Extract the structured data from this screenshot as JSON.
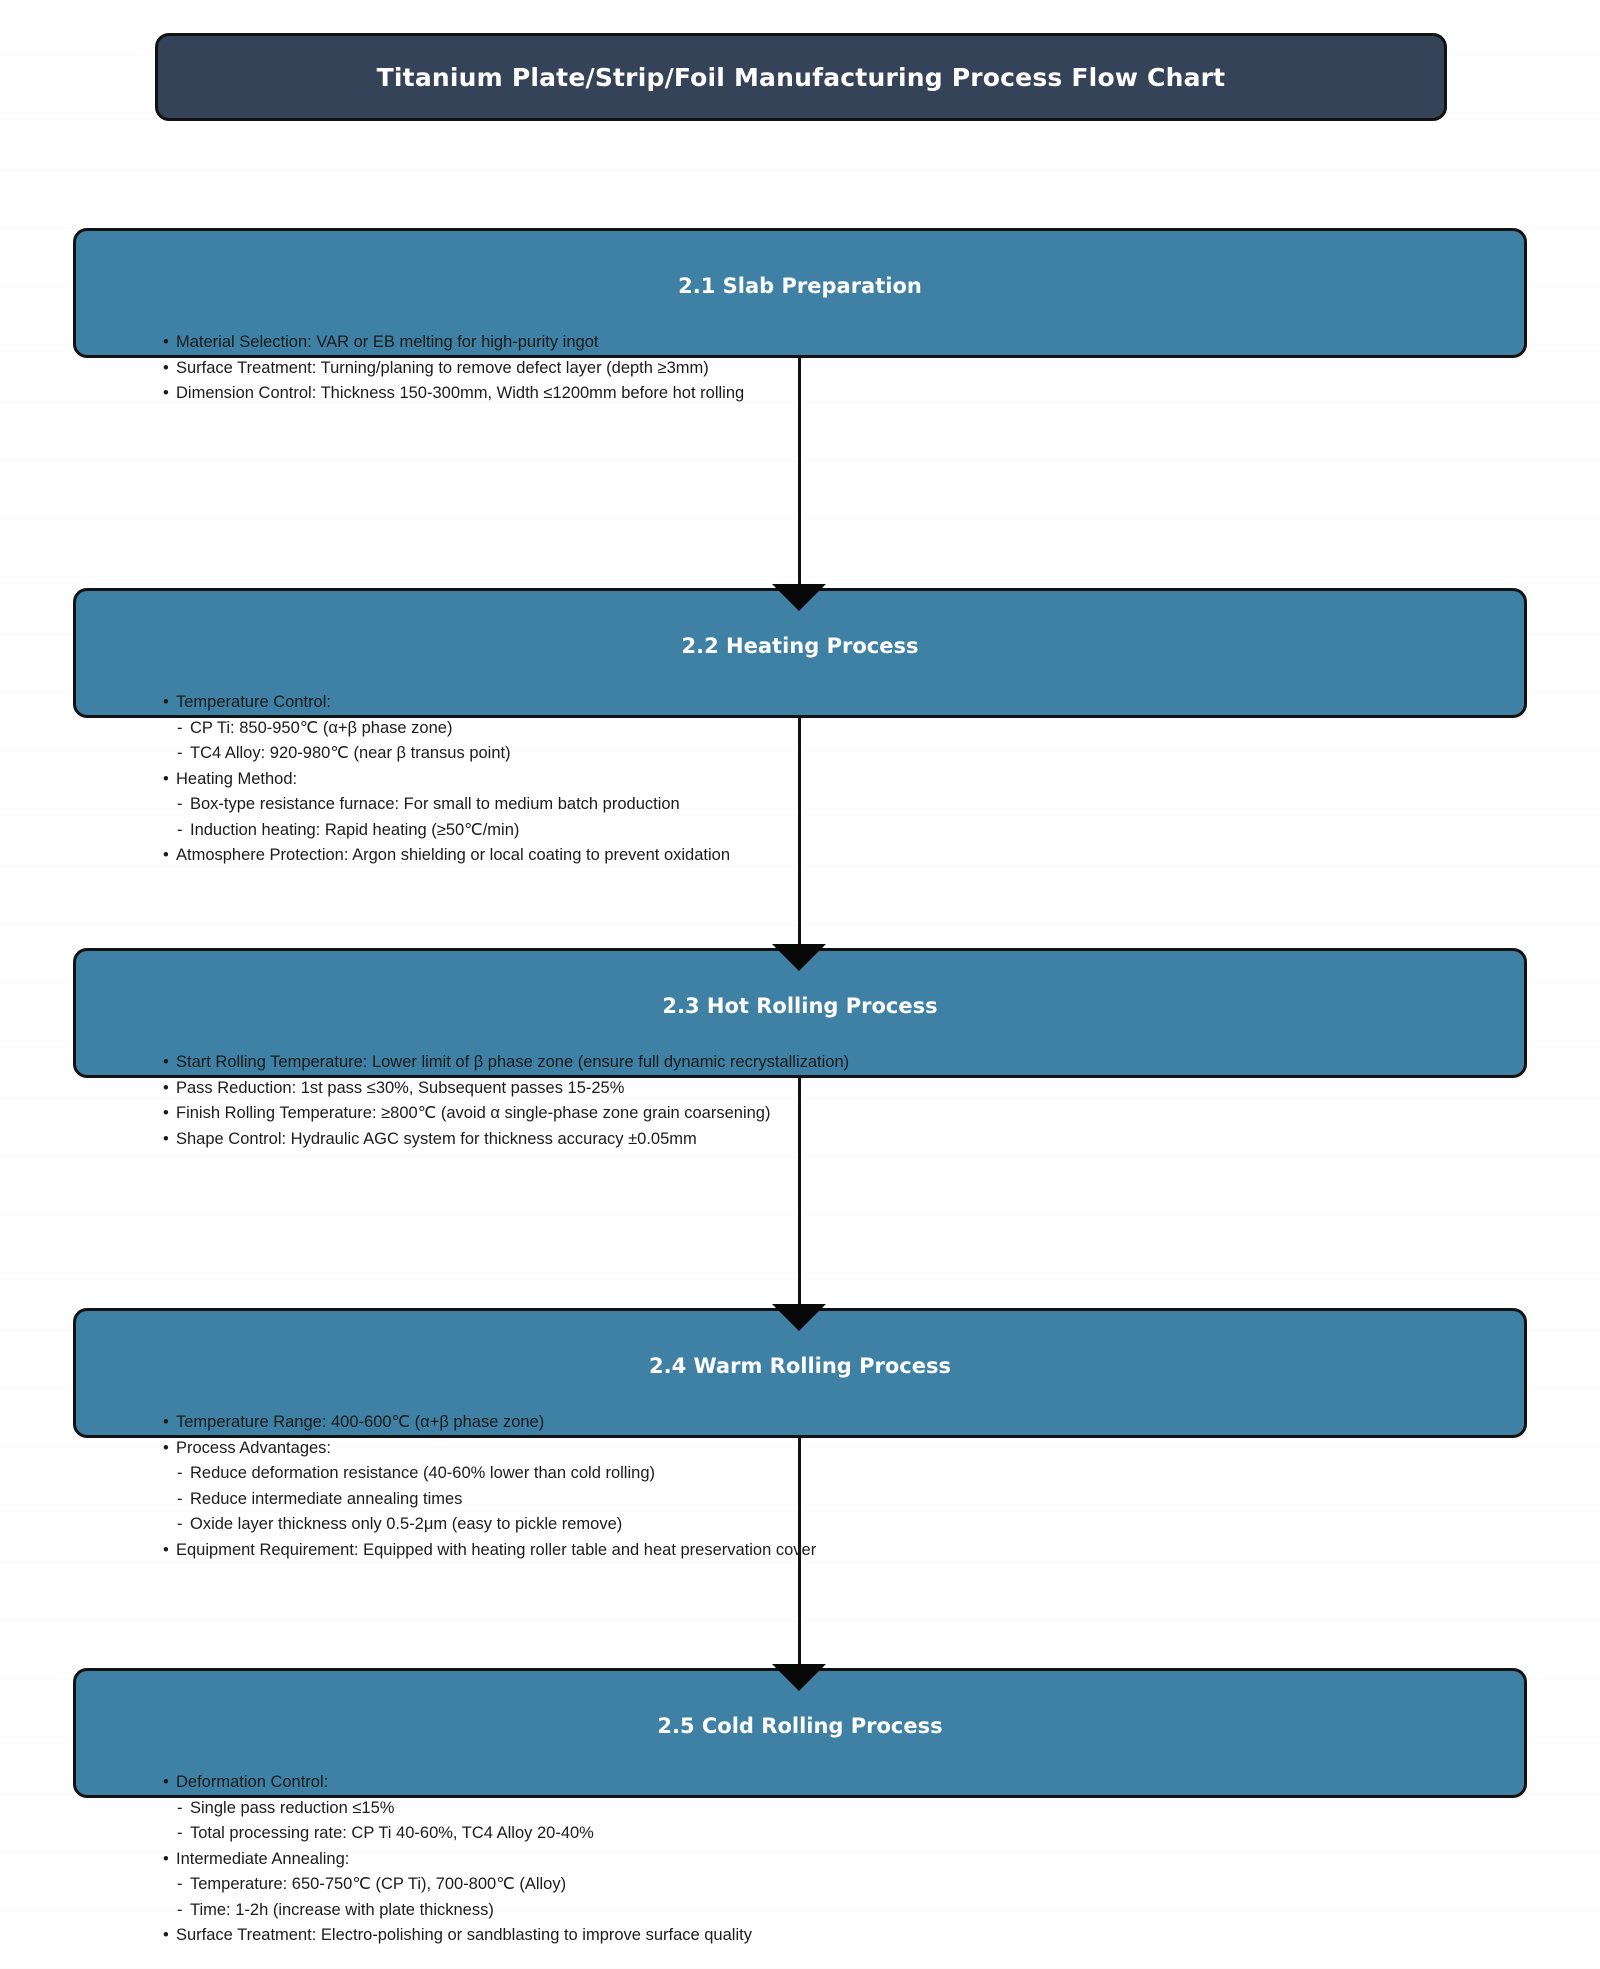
{
  "document": {
    "title": "Titanium Plate/Strip/Foil Manufacturing Process Flow Chart"
  },
  "theme": {
    "title_bg": "#344357",
    "stage_bg": "#3E81A4",
    "border": "#121212",
    "title_text": "#ffffff",
    "body_text": "#1b1b1b",
    "arrow": "#080808",
    "page_bg": "#ffffff"
  },
  "flow": {
    "type": "vertical-process-flow",
    "stage_count": 5,
    "connector_count": 4,
    "stages": [
      {
        "id": "2.1",
        "header": "2.1 Slab Preparation",
        "lines": [
          {
            "bullet": "•",
            "level": 0,
            "text": "Material Selection: VAR or EB melting for high-purity ingot"
          },
          {
            "bullet": "•",
            "level": 0,
            "text": "Surface Treatment: Turning/planing to remove defect layer (depth ≥3mm)"
          },
          {
            "bullet": "•",
            "level": 0,
            "text": "Dimension Control: Thickness 150-300mm, Width ≤1200mm before hot rolling"
          }
        ]
      },
      {
        "id": "2.2",
        "header": "2.2 Heating Process",
        "lines": [
          {
            "bullet": "•",
            "level": 0,
            "text": "Temperature Control:"
          },
          {
            "bullet": "-",
            "level": 1,
            "text": "CP Ti: 850-950℃ (α+β phase zone)"
          },
          {
            "bullet": "-",
            "level": 1,
            "text": "TC4 Alloy: 920-980℃ (near β transus point)"
          },
          {
            "bullet": "•",
            "level": 0,
            "text": "Heating Method:"
          },
          {
            "bullet": "-",
            "level": 1,
            "text": "Box-type resistance furnace: For small to medium batch production"
          },
          {
            "bullet": "-",
            "level": 1,
            "text": "Induction heating: Rapid heating (≥50℃/min)"
          },
          {
            "bullet": "•",
            "level": 0,
            "text": "Atmosphere Protection: Argon shielding or local coating to prevent oxidation"
          }
        ]
      },
      {
        "id": "2.3",
        "header": "2.3 Hot Rolling Process",
        "lines": [
          {
            "bullet": "•",
            "level": 0,
            "text": "Start Rolling Temperature: Lower limit of β phase zone (ensure full dynamic recrystallization)"
          },
          {
            "bullet": "•",
            "level": 0,
            "text": "Pass Reduction: 1st pass ≤30%, Subsequent passes 15-25%"
          },
          {
            "bullet": "•",
            "level": 0,
            "text": "Finish Rolling Temperature: ≥800℃ (avoid α single-phase zone grain coarsening)"
          },
          {
            "bullet": "•",
            "level": 0,
            "text": "Shape Control: Hydraulic AGC system for thickness accuracy ±0.05mm"
          }
        ]
      },
      {
        "id": "2.4",
        "header": "2.4 Warm Rolling Process",
        "lines": [
          {
            "bullet": "•",
            "level": 0,
            "text": "Temperature Range: 400-600℃ (α+β phase zone)"
          },
          {
            "bullet": "•",
            "level": 0,
            "text": "Process Advantages:"
          },
          {
            "bullet": "-",
            "level": 1,
            "text": "Reduce deformation resistance (40-60% lower than cold rolling)"
          },
          {
            "bullet": "-",
            "level": 1,
            "text": "Reduce intermediate annealing times"
          },
          {
            "bullet": "-",
            "level": 1,
            "text": "Oxide layer thickness only 0.5-2μm (easy to pickle remove)"
          },
          {
            "bullet": "•",
            "level": 0,
            "text": "Equipment Requirement: Equipped with heating roller table and heat preservation cover"
          }
        ]
      },
      {
        "id": "2.5",
        "header": "2.5 Cold Rolling Process",
        "lines": [
          {
            "bullet": "•",
            "level": 0,
            "text": "Deformation Control:"
          },
          {
            "bullet": "-",
            "level": 1,
            "text": "Single pass reduction ≤15%"
          },
          {
            "bullet": "-",
            "level": 1,
            "text": "Total processing rate: CP Ti 40-60%, TC4 Alloy 20-40%"
          },
          {
            "bullet": "•",
            "level": 0,
            "text": "Intermediate Annealing:"
          },
          {
            "bullet": "-",
            "level": 1,
            "text": "Temperature: 650-750℃ (CP Ti), 700-800℃ (Alloy)"
          },
          {
            "bullet": "-",
            "level": 1,
            "text": "Time: 1-2h (increase with plate thickness)"
          },
          {
            "bullet": "•",
            "level": 0,
            "text": "Surface Treatment: Electro-polishing or sandblasting to improve surface quality"
          }
        ]
      }
    ]
  },
  "layout": {
    "stage_tops": [
      228,
      588,
      948,
      1308,
      1668
    ],
    "stage_heights": [
      130,
      130,
      130,
      130,
      130
    ],
    "header_tops": [
      274,
      634,
      994,
      1354,
      1714
    ],
    "body_tops": [
      330,
      690,
      1050,
      1410,
      1770
    ],
    "connector_tops": [
      358,
      718,
      1078,
      1438
    ],
    "connector_heights": [
      233,
      233,
      233,
      233
    ],
    "arrowhead_tops": [
      584,
      944,
      1304,
      1664
    ]
  }
}
